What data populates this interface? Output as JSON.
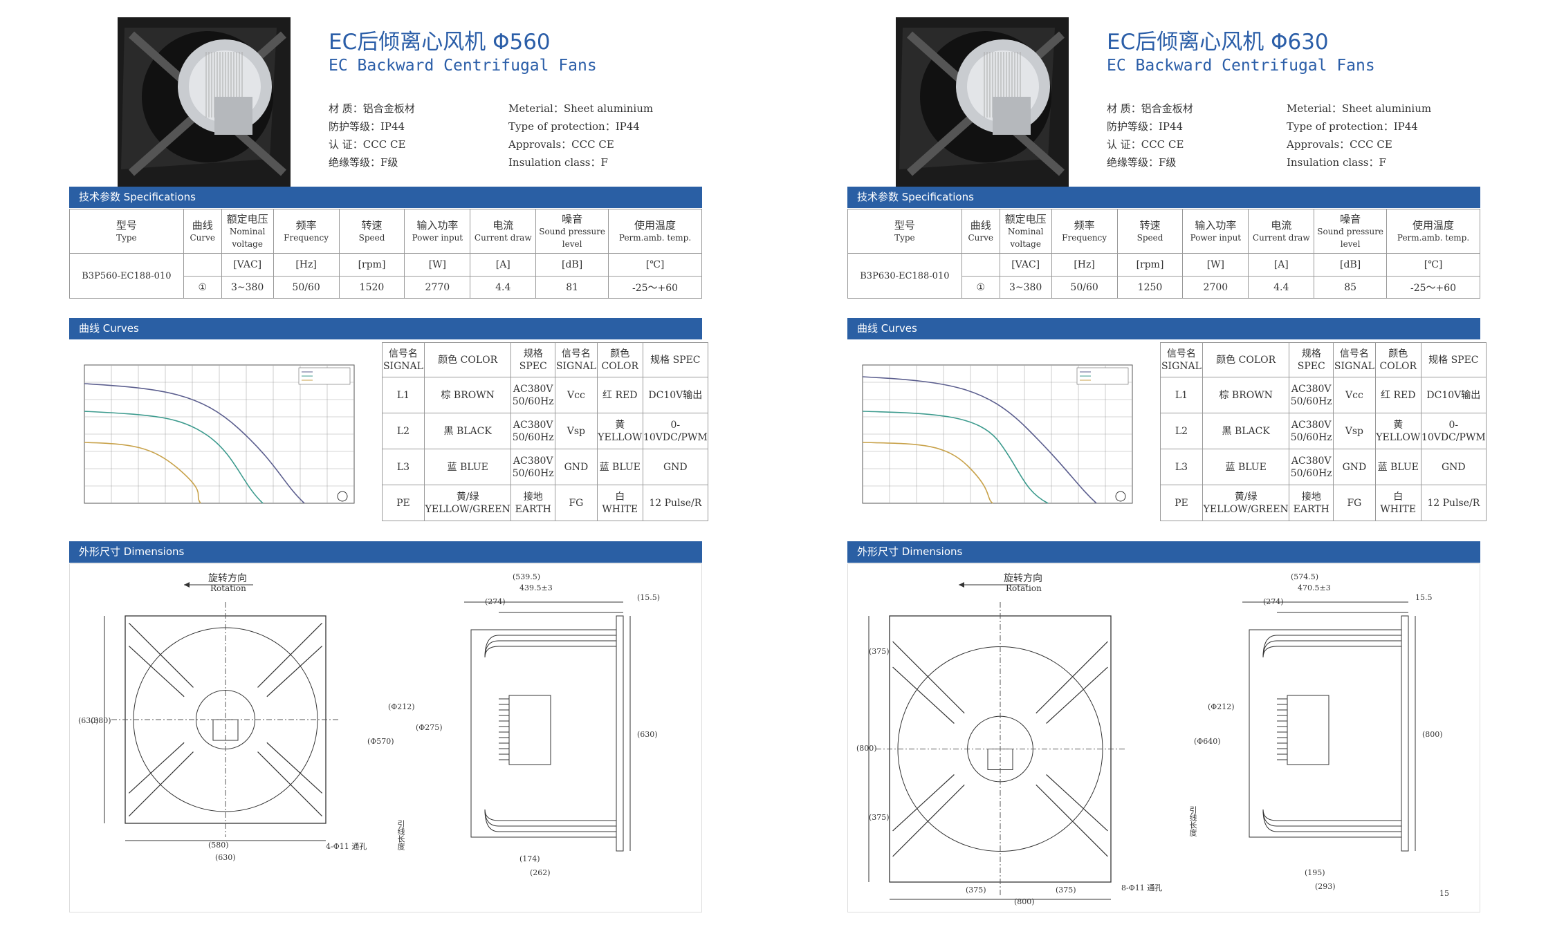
{
  "pages": [
    {
      "title_cn": "EC后倾离心风机  Φ560",
      "title_en": "EC Backward Centrifugal Fans",
      "attributes": [
        {
          "cn": "材    质：铝合金板材",
          "en": "Meterial：Sheet aluminium"
        },
        {
          "cn": "防护等级：IP44",
          "en": "Type of protection：IP44"
        },
        {
          "cn": "认    证：CCC CE",
          "en": "Approvals：CCC CE"
        },
        {
          "cn": "绝缘等级：F级",
          "en": "Insulation class：F"
        }
      ],
      "spec_bar": "技术参数 Specifications",
      "spec_headers": [
        {
          "cn": "型号",
          "en": "Type"
        },
        {
          "cn": "曲线",
          "en": "Curve"
        },
        {
          "cn": "额定电压",
          "en": "Nominal voltage"
        },
        {
          "cn": "频率",
          "en": "Frequency"
        },
        {
          "cn": "转速",
          "en": "Speed"
        },
        {
          "cn": "输入功率",
          "en": "Power input"
        },
        {
          "cn": "电流",
          "en": "Current draw"
        },
        {
          "cn": "噪音",
          "en": "Sound pressure level"
        },
        {
          "cn": "使用温度",
          "en": "Perm.amb. temp."
        }
      ],
      "model": "B3P560-EC188-010",
      "units": [
        "[VAC]",
        "[Hz]",
        "[rpm]",
        "[W]",
        "[A]",
        "[dB]",
        "[℃]"
      ],
      "values": [
        "①",
        "3~380",
        "50/60",
        "1520",
        "2770",
        "4.4",
        "81",
        "-25～+60"
      ],
      "curves_bar": "曲线 Curves",
      "dims_bar": "外形尺寸 Dimensions",
      "signal_headers": {
        "signal": "信号名 SIGNAL",
        "color": "颜色 COLOR",
        "spec": "规格 SPEC"
      },
      "signals": [
        {
          "s": "L1",
          "c": "棕 BROWN",
          "v": "AC380V 50/60Hz",
          "s2": "Vcc",
          "c2": "红 RED",
          "v2": "DC10V输出"
        },
        {
          "s": "L2",
          "c": "黑 BLACK",
          "v": "AC380V 50/60Hz",
          "s2": "Vsp",
          "c2": "黄 YELLOW",
          "v2": "0-10VDC/PWM"
        },
        {
          "s": "L3",
          "c": "蓝 BLUE",
          "v": "AC380V 50/60Hz",
          "s2": "GND",
          "c2": "蓝 BLUE",
          "v2": "GND"
        },
        {
          "s": "PE",
          "c": "黄/绿 YELLOW/GREEN",
          "v": "接地 EARTH",
          "s2": "FG",
          "c2": "白 WHITE",
          "v2": "12 Pulse/R"
        }
      ],
      "dims": {
        "rotation_cn": "旋转方向",
        "rotation_en": "Rotation",
        "top_total": "(539.5)",
        "top_mid": "439.5±3",
        "top_left": "(274)",
        "top_right": "(15.5)",
        "bottom_a": "(580)",
        "bottom_b": "(630)",
        "side_a": "(630)",
        "side_b": "(380)",
        "dia_a": "(Φ570)",
        "dia_b": "(Φ212)",
        "dia_c": "(Φ275)",
        "side_right": "(630)",
        "low_a": "(174)",
        "low_b": "(262)",
        "holes": "4-Φ11 通孔",
        "lead": "引线长度"
      }
    },
    {
      "title_cn": "EC后倾离心风机  Φ630",
      "title_en": "EC Backward Centrifugal Fans",
      "attributes": [
        {
          "cn": "材    质：铝合金板材",
          "en": "Meterial：Sheet aluminium"
        },
        {
          "cn": "防护等级：IP44",
          "en": "Type of protection：IP44"
        },
        {
          "cn": "认    证：CCC CE",
          "en": "Approvals：CCC CE"
        },
        {
          "cn": "绝缘等级：F级",
          "en": "Insulation class：F"
        }
      ],
      "spec_bar": "技术参数 Specifications",
      "spec_headers": [
        {
          "cn": "型号",
          "en": "Type"
        },
        {
          "cn": "曲线",
          "en": "Curve"
        },
        {
          "cn": "额定电压",
          "en": "Nominal voltage"
        },
        {
          "cn": "频率",
          "en": "Frequency"
        },
        {
          "cn": "转速",
          "en": "Speed"
        },
        {
          "cn": "输入功率",
          "en": "Power input"
        },
        {
          "cn": "电流",
          "en": "Current draw"
        },
        {
          "cn": "噪音",
          "en": "Sound pressure level"
        },
        {
          "cn": "使用温度",
          "en": "Perm.amb. temp."
        }
      ],
      "model": "B3P630-EC188-010",
      "units": [
        "[VAC]",
        "[Hz]",
        "[rpm]",
        "[W]",
        "[A]",
        "[dB]",
        "[℃]"
      ],
      "values": [
        "①",
        "3~380",
        "50/60",
        "1250",
        "2700",
        "4.4",
        "85",
        "-25～+60"
      ],
      "curves_bar": "曲线 Curves",
      "dims_bar": "外形尺寸 Dimensions",
      "signal_headers": {
        "signal": "信号名 SIGNAL",
        "color": "颜色 COLOR",
        "spec": "规格 SPEC"
      },
      "signals": [
        {
          "s": "L1",
          "c": "棕 BROWN",
          "v": "AC380V 50/60Hz",
          "s2": "Vcc",
          "c2": "红 RED",
          "v2": "DC10V输出"
        },
        {
          "s": "L2",
          "c": "黑 BLACK",
          "v": "AC380V 50/60Hz",
          "s2": "Vsp",
          "c2": "黄 YELLOW",
          "v2": "0-10VDC/PWM"
        },
        {
          "s": "L3",
          "c": "蓝 BLUE",
          "v": "AC380V 50/60Hz",
          "s2": "GND",
          "c2": "蓝 BLUE",
          "v2": "GND"
        },
        {
          "s": "PE",
          "c": "黄/绿 YELLOW/GREEN",
          "v": "接地 EARTH",
          "s2": "FG",
          "c2": "白 WHITE",
          "v2": "12 Pulse/R"
        }
      ],
      "dims": {
        "rotation_cn": "旋转方向",
        "rotation_en": "Rotation",
        "top_total": "(574.5)",
        "top_mid": "470.5±3",
        "top_left": "(274)",
        "top_right": "15.5",
        "bottom_a": "(375)",
        "bottom_b": "(375)",
        "bottom_c": "(800)",
        "side_a": "(800)",
        "side_b": "(375)",
        "side_c": "(375)",
        "dia_a": "(Φ640)",
        "dia_b": "(Φ212)",
        "side_right": "(800)",
        "low_a": "(195)",
        "low_b": "(293)",
        "low_c": "15",
        "holes": "8-Φ11 通孔",
        "lead": "引线长度"
      }
    }
  ]
}
